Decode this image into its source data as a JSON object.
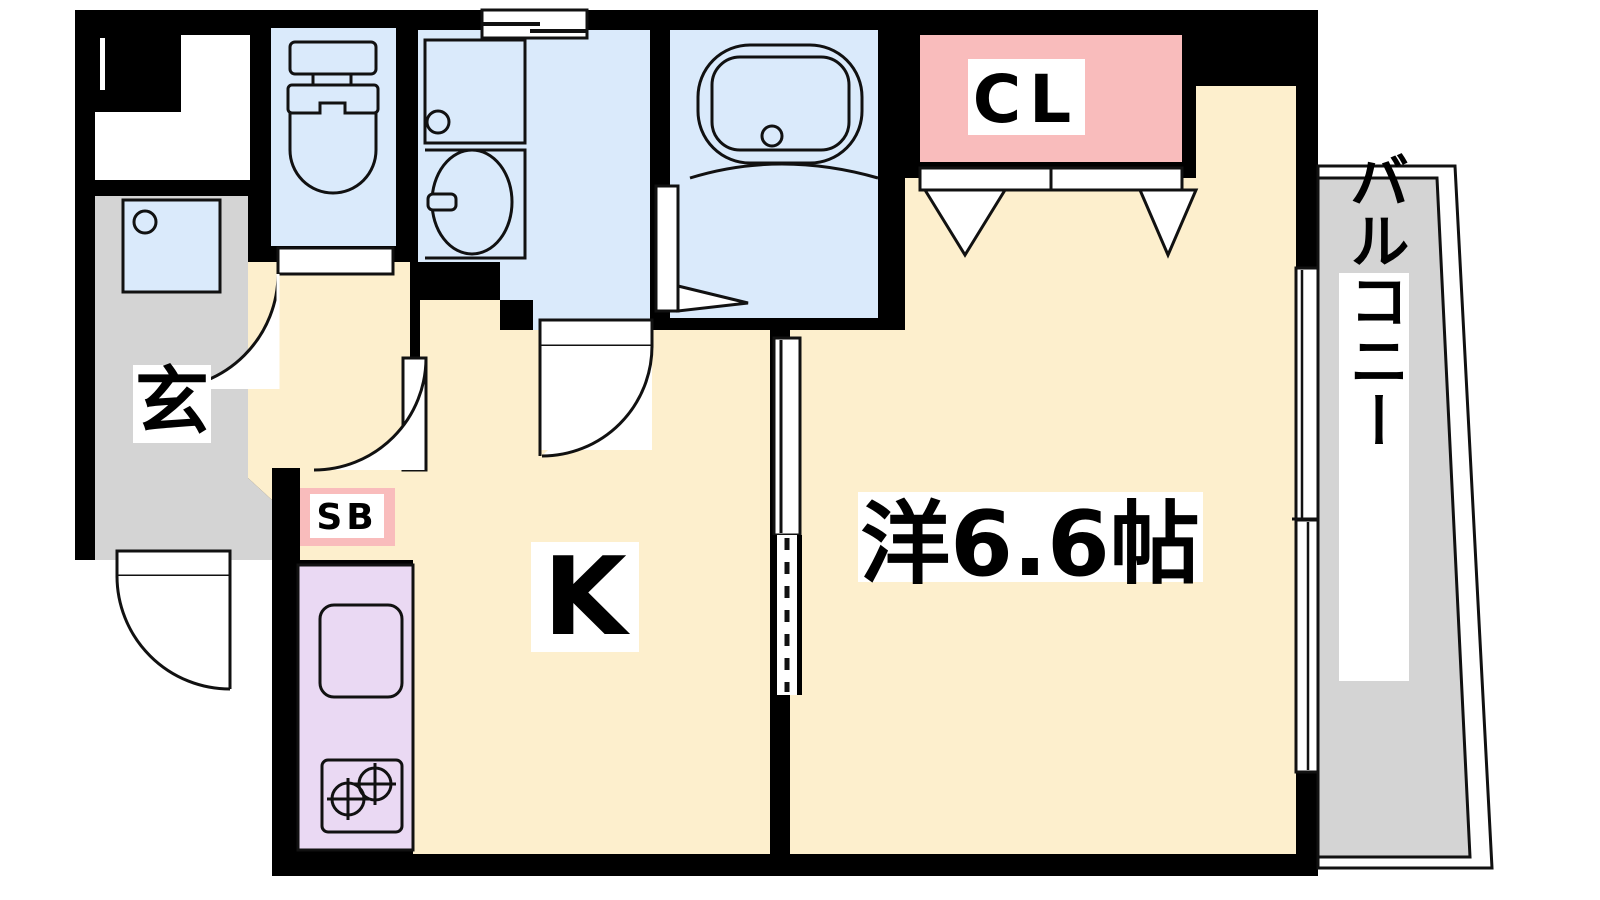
{
  "plan": {
    "title": "Apartment Floor Plan",
    "rooms": [
      {
        "id": "genkan",
        "label": "玄",
        "meaning": "entrance",
        "color": "#d4d4d4"
      },
      {
        "id": "closet",
        "label": "CL",
        "meaning": "closet",
        "color": "#f9bcbc"
      },
      {
        "id": "shoe-box",
        "label": "SB",
        "meaning": "shoe box",
        "color": "#f9bcbc"
      },
      {
        "id": "kitchen",
        "label": "K",
        "meaning": "kitchen",
        "color": "#fdefcd"
      },
      {
        "id": "living",
        "label": "洋6.6帖",
        "meaning": "western room 6.6 tatami",
        "color": "#fdefcd"
      },
      {
        "id": "balcony",
        "label": "バルコニー",
        "meaning": "balcony",
        "color": "#d4d4d4"
      }
    ],
    "labels": {
      "genkan": "玄",
      "closet": "CL",
      "shoe_box": "SB",
      "kitchen": "K",
      "living": "洋6.6帖",
      "balcony": "バルコニー"
    },
    "fixtures": [
      {
        "name": "toilet",
        "room": "wc"
      },
      {
        "name": "washbasin",
        "room": "washroom"
      },
      {
        "name": "bathtub",
        "room": "bathroom"
      },
      {
        "name": "kitchen-sink",
        "room": "kitchen"
      },
      {
        "name": "gas-stove-2-burner",
        "room": "kitchen"
      },
      {
        "name": "washing-machine-pan",
        "room": "genkan"
      },
      {
        "name": "entrance-door",
        "room": "genkan"
      },
      {
        "name": "balcony-sliding-door",
        "room": "living"
      },
      {
        "name": "closet-folding-doors",
        "room": "living"
      }
    ],
    "colors": {
      "wall": "#000000",
      "floor_cream": "#fdefcd",
      "water_blue": "#daeafb",
      "gray": "#d4d4d4",
      "pink": "#f9bcbc",
      "lavender": "#ead9f3",
      "white": "#ffffff",
      "line": "#111111"
    },
    "area_label_note": "6.6 tatami mats"
  }
}
